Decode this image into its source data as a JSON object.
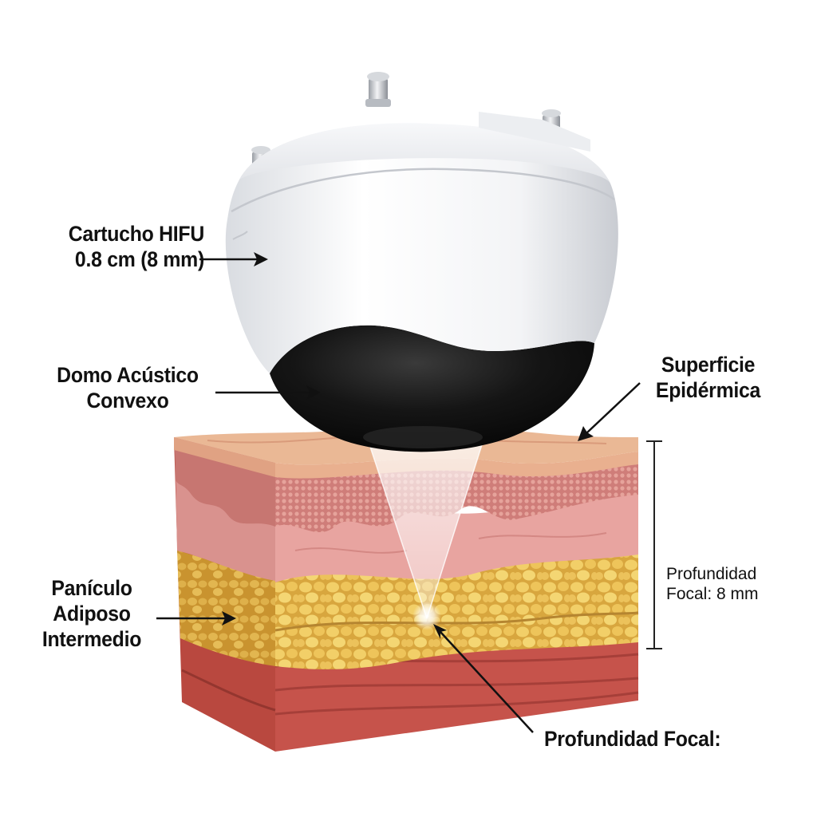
{
  "labels": {
    "cartucho": {
      "line1": "Cartucho HIFU",
      "line2": "0.8 cm (8 mm)"
    },
    "domo": {
      "line1": "Domo Acústico",
      "line2": "Convexo"
    },
    "superficie": {
      "line1": "Superficie",
      "line2": "Epidérmica"
    },
    "paniculo": {
      "line1": "Panículo",
      "line2": "Adiposo",
      "line3": "Intermedio"
    },
    "profundidad_right": {
      "line1": "Profundidad",
      "line2": "Focal: 8 mm"
    },
    "profundidad_bottom": "Profundidad Focal:"
  },
  "colors": {
    "cartridge_white": "#f4f5f7",
    "dome_black": "#141414",
    "skin_surface": "#e6a88c",
    "epidermis": "#d98b80",
    "dermis": "#e8a3a0",
    "fat": "#e9c25a",
    "muscle": "#c8574f",
    "text": "#111111"
  }
}
